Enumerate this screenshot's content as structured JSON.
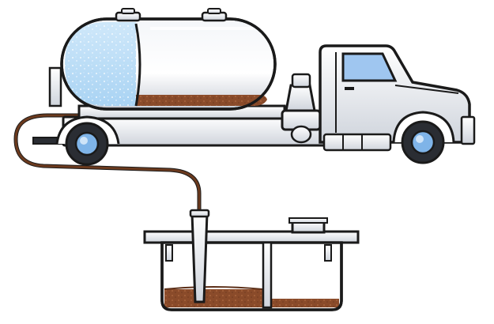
{
  "diagram": {
    "description_visible_text": "",
    "parts": {
      "tanker_truck": {
        "icon": "vacuum-tanker-truck"
      },
      "vacuum_tank": {
        "icon": "cylindrical-tank",
        "contents": "liquid-and-sludge"
      },
      "hose": {
        "icon": "suction-hose"
      },
      "septic_tank": {
        "icon": "two-compartment-septic-tank",
        "compartments": 2
      }
    },
    "colors": {
      "outline": "#1a1a1a",
      "body": "#eef0f4",
      "body_shade": "#cfd4dc",
      "window": "#9fc6f0",
      "liquid": "#bfe0f7",
      "sludge": "#8a4b2a",
      "hose": "#6b3a1e",
      "tire": "#2a2d33",
      "hub": "#7fb4e8"
    }
  }
}
